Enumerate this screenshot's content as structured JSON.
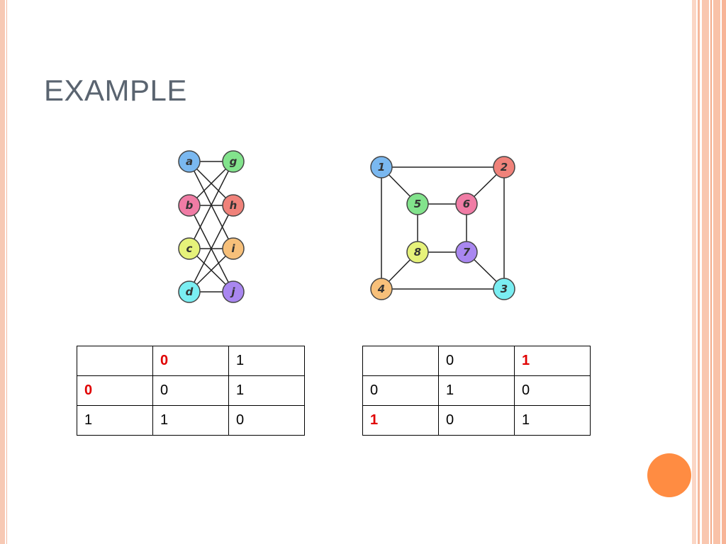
{
  "slide": {
    "title": "EXAMPLE"
  },
  "colors": {
    "blue": "#7ab8f0",
    "green": "#82e38c",
    "pink": "#f07ca5",
    "red": "#f0827a",
    "yellow": "#e6f27a",
    "orange": "#f7c07a",
    "cyan": "#7aeef2",
    "purple": "#a987f0",
    "highlight": "#e00000",
    "accent": "#ff8c42"
  },
  "graph_bipartite": {
    "nodes": [
      {
        "id": "a",
        "label": "a",
        "color": "#7ab8f0"
      },
      {
        "id": "b",
        "label": "b",
        "color": "#f07ca5"
      },
      {
        "id": "c",
        "label": "c",
        "color": "#e6f27a"
      },
      {
        "id": "d",
        "label": "d",
        "color": "#7aeef2"
      },
      {
        "id": "g",
        "label": "g",
        "color": "#82e38c"
      },
      {
        "id": "h",
        "label": "h",
        "color": "#f0827a"
      },
      {
        "id": "i",
        "label": "i",
        "color": "#f7c07a"
      },
      {
        "id": "j",
        "label": "j",
        "color": "#a987f0"
      }
    ],
    "edges": [
      [
        "a",
        "g"
      ],
      [
        "a",
        "h"
      ],
      [
        "a",
        "i"
      ],
      [
        "b",
        "g"
      ],
      [
        "b",
        "h"
      ],
      [
        "b",
        "j"
      ],
      [
        "c",
        "g"
      ],
      [
        "c",
        "i"
      ],
      [
        "c",
        "j"
      ],
      [
        "d",
        "h"
      ],
      [
        "d",
        "i"
      ],
      [
        "d",
        "j"
      ]
    ]
  },
  "graph_cube": {
    "nodes": [
      {
        "id": "1",
        "label": "1",
        "color": "#7ab8f0"
      },
      {
        "id": "2",
        "label": "2",
        "color": "#f0827a"
      },
      {
        "id": "3",
        "label": "3",
        "color": "#7aeef2"
      },
      {
        "id": "4",
        "label": "4",
        "color": "#f7c07a"
      },
      {
        "id": "5",
        "label": "5",
        "color": "#82e38c"
      },
      {
        "id": "6",
        "label": "6",
        "color": "#f07ca5"
      },
      {
        "id": "7",
        "label": "7",
        "color": "#a987f0"
      },
      {
        "id": "8",
        "label": "8",
        "color": "#e6f27a"
      }
    ],
    "edges": [
      [
        "1",
        "2"
      ],
      [
        "2",
        "3"
      ],
      [
        "3",
        "4"
      ],
      [
        "4",
        "1"
      ],
      [
        "5",
        "6"
      ],
      [
        "6",
        "7"
      ],
      [
        "7",
        "8"
      ],
      [
        "8",
        "5"
      ],
      [
        "1",
        "5"
      ],
      [
        "2",
        "6"
      ],
      [
        "3",
        "7"
      ],
      [
        "4",
        "8"
      ]
    ]
  },
  "table_left": {
    "rows": [
      [
        {
          "t": "",
          "hl": false
        },
        {
          "t": "0",
          "hl": true
        },
        {
          "t": "1",
          "hl": false
        }
      ],
      [
        {
          "t": "0",
          "hl": true
        },
        {
          "t": "0",
          "hl": false
        },
        {
          "t": "1",
          "hl": false
        }
      ],
      [
        {
          "t": "1",
          "hl": false
        },
        {
          "t": "1",
          "hl": false
        },
        {
          "t": "0",
          "hl": false
        }
      ]
    ]
  },
  "table_right": {
    "rows": [
      [
        {
          "t": "",
          "hl": false
        },
        {
          "t": "0",
          "hl": false
        },
        {
          "t": "1",
          "hl": true
        }
      ],
      [
        {
          "t": "0",
          "hl": false
        },
        {
          "t": "1",
          "hl": false
        },
        {
          "t": "0",
          "hl": false
        }
      ],
      [
        {
          "t": "1",
          "hl": true
        },
        {
          "t": "0",
          "hl": false
        },
        {
          "t": "1",
          "hl": false
        }
      ]
    ]
  }
}
